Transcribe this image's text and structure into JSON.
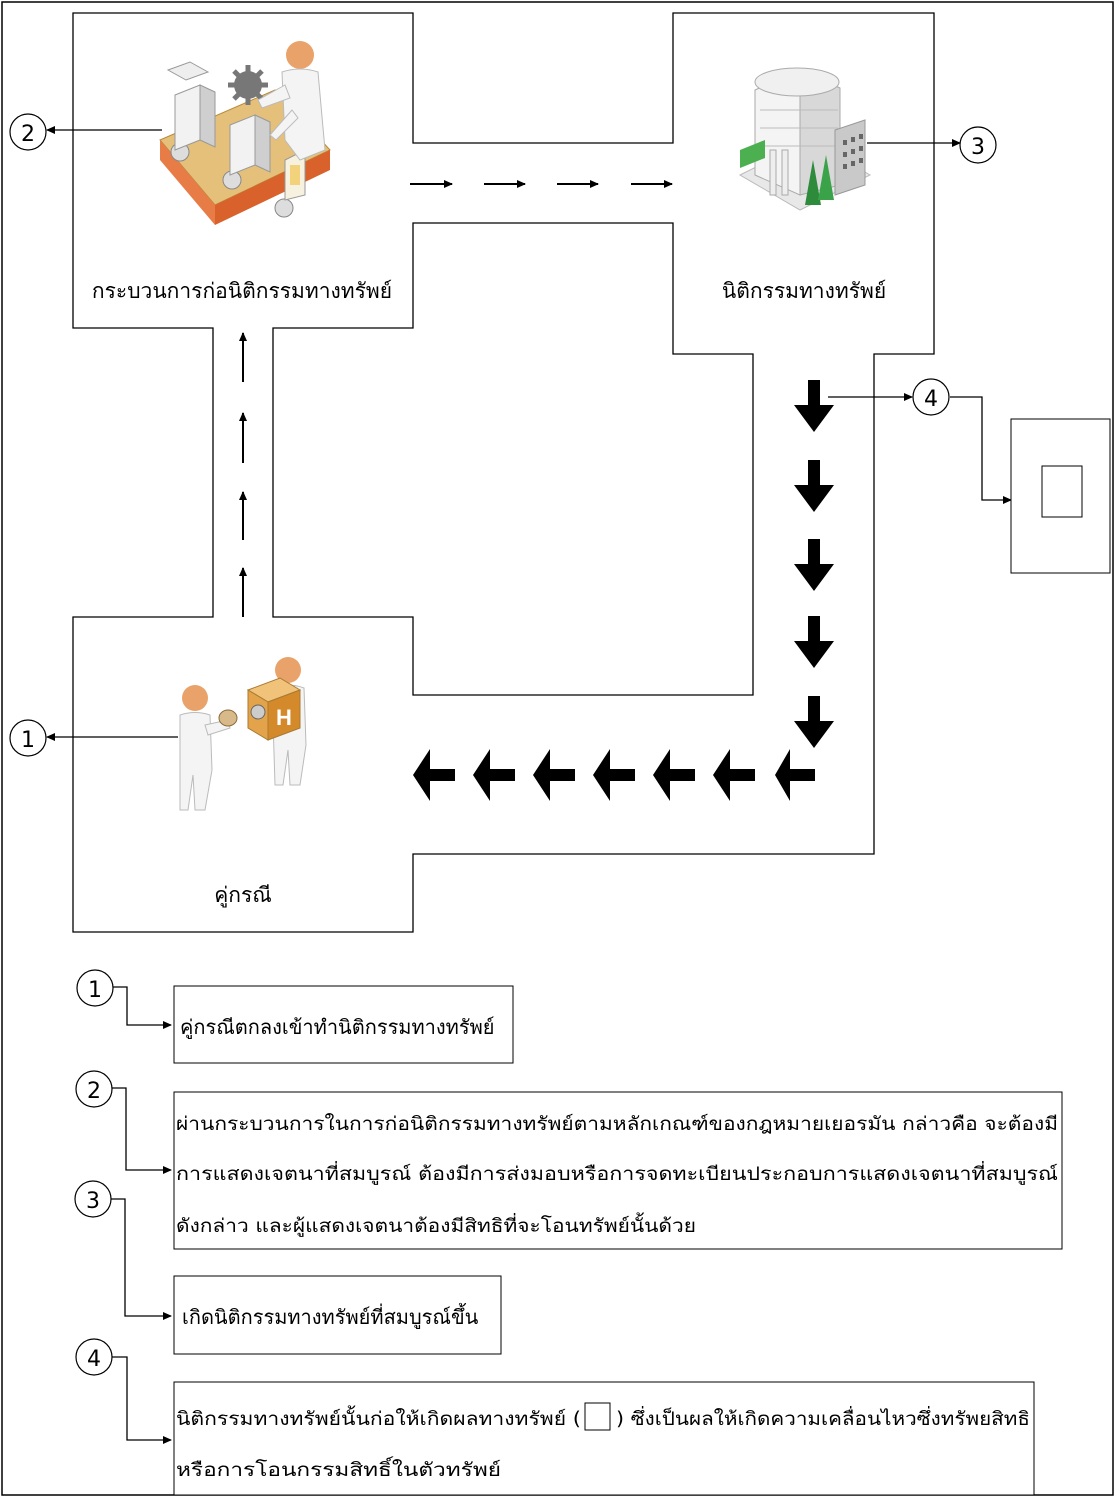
{
  "nodes": {
    "process": {
      "label": "กระบวนการก่อนิติกรรมทางทรัพย์",
      "icon": "factory-worker-conveyor-icon"
    },
    "juristic_act": {
      "label": "นิติกรรมทางทรัพย์",
      "icon": "office-building-icon"
    },
    "parties": {
      "label": "คู่กรณี",
      "icon": "two-people-exchange-icon"
    },
    "result_box": {
      "icon": "empty-square-icon"
    }
  },
  "markers": [
    "1",
    "2",
    "3",
    "4"
  ],
  "legend": [
    {
      "num": "1",
      "lines": [
        "คู่กรณีตกลงเข้าทำนิติกรรมทางทรัพย์"
      ]
    },
    {
      "num": "2",
      "lines": [
        "ผ่านกระบวนการในการก่อนิติกรรมทางทรัพย์ตามหลักเกณฑ์ของกฎหมายเยอรมัน กล่าวคือ จะต้องมี",
        "การแสดงเจตนาที่สมบูรณ์    ต้องมีการส่งมอบหรือการจดทะเบียนประกอบการแสดงเจตนาที่สมบูรณ์",
        "ดังกล่าว และผู้แสดงเจตนาต้องมีสิทธิที่จะโอนทรัพย์นั้นด้วย"
      ]
    },
    {
      "num": "3",
      "lines": [
        "เกิดนิติกรรมทางทรัพย์ที่สมบูรณ์ขึ้น"
      ]
    },
    {
      "num": "4",
      "lines_before_box": "นิติกรรมทางทรัพย์นั้นก่อให้เกิดผลทางทรัพย์ (",
      "lines_after_box": ") ซึ่งเป็นผลให้เกิดความเคลื่อนไหวซึ่งทรัพยสิทธิ",
      "line2": "หรือการโอนกรรมสิทธิ์ในตัวทรัพย์"
    }
  ]
}
